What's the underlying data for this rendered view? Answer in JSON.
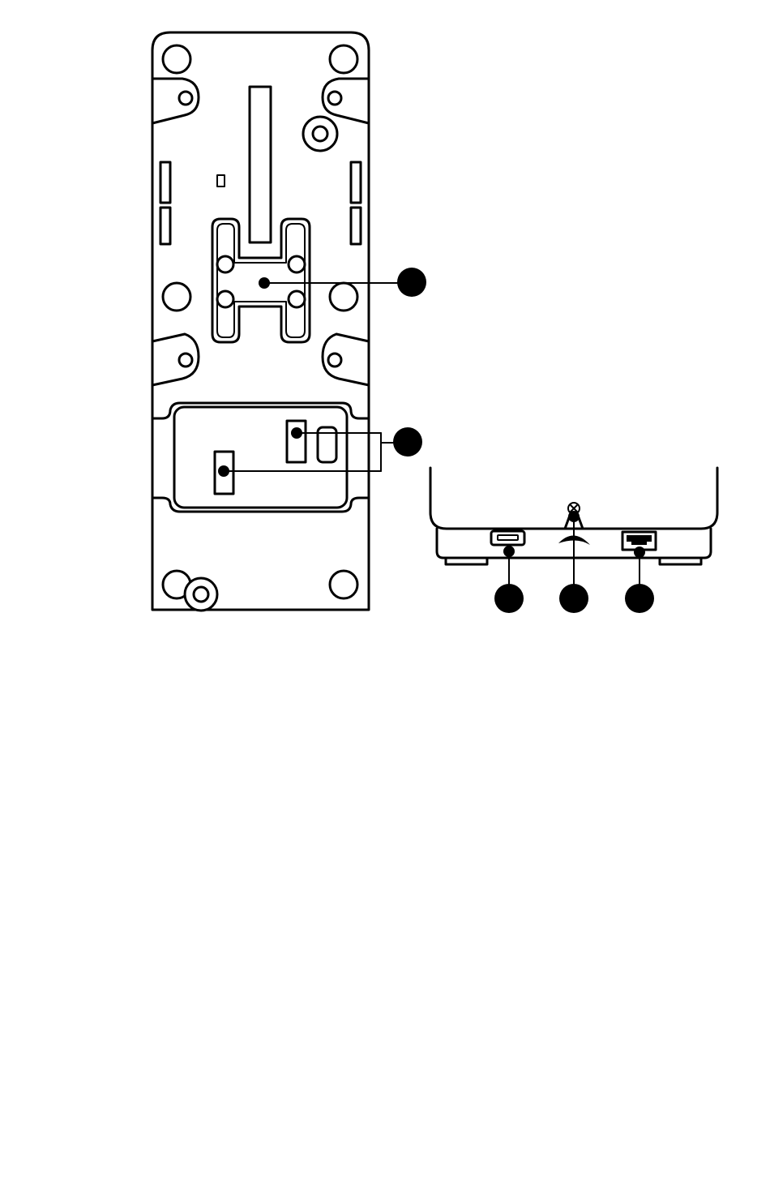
{
  "figure": {
    "views": [
      "bottom-view",
      "rear-view"
    ],
    "callout_markers": [
      {
        "target": "mount-plate",
        "label": ""
      },
      {
        "target": "switches",
        "label": ""
      },
      {
        "target": "usb-port",
        "label": ""
      },
      {
        "target": "cable-guide",
        "label": ""
      },
      {
        "target": "rj-port",
        "label": ""
      }
    ],
    "colors": {
      "line": "#000000",
      "background": "#ffffff"
    }
  }
}
